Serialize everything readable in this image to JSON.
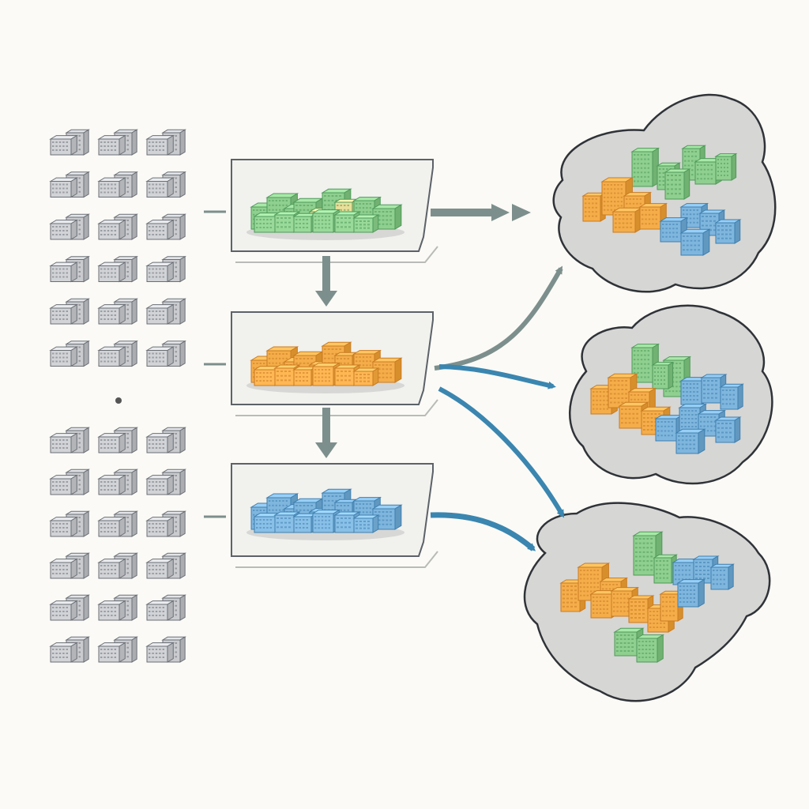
{
  "palette": {
    "background": "#fbfaf6",
    "gray_building": "#c9cbcf",
    "gray_stroke": "#6b6f75",
    "green": "#8fcf8f",
    "green_stroke": "#4f9a5a",
    "yellow": "#e9df9a",
    "orange": "#f5ad4a",
    "orange_stroke": "#c97b22",
    "blue": "#7fb6de",
    "blue_stroke": "#3f7fae",
    "panel_fill": "#f1f1ee",
    "panel_stroke": "#5c6268",
    "cloud_fill": "#d6d6d4",
    "cloud_stroke": "#2f3338",
    "arrow_gray": "#7d8f8c",
    "arrow_blue": "#3a86b0"
  },
  "diagram": {
    "source_buildings": {
      "upper_group": {
        "rows": 6,
        "cols": 3
      },
      "lower_group": {
        "rows": 6,
        "cols": 3
      },
      "separator_icon": "dot-icon"
    },
    "stages": [
      {
        "id": "stage-green",
        "color": "green",
        "icon": "green-buildings-icon"
      },
      {
        "id": "stage-orange",
        "color": "orange",
        "icon": "orange-buildings-icon"
      },
      {
        "id": "stage-blue",
        "color": "blue",
        "icon": "blue-buildings-icon"
      }
    ],
    "clusters": [
      {
        "id": "cluster-top",
        "icon": "mixed-city-cluster-icon"
      },
      {
        "id": "cluster-middle",
        "icon": "mixed-city-cluster-icon"
      },
      {
        "id": "cluster-bottom",
        "icon": "mixed-city-cluster-icon"
      }
    ],
    "connectors": [
      {
        "from": "source-upper",
        "to": "stage-green",
        "icon": "arrow-right-icon"
      },
      {
        "from": "source-upper",
        "to": "stage-orange",
        "icon": "arrow-right-icon"
      },
      {
        "from": "source-lower",
        "to": "stage-blue",
        "icon": "arrow-right-icon"
      },
      {
        "from": "stage-green",
        "to": "stage-orange",
        "icon": "arrow-down-icon"
      },
      {
        "from": "stage-orange",
        "to": "stage-blue",
        "icon": "arrow-down-icon"
      },
      {
        "from": "stage-green",
        "to": "cluster-top",
        "icon": "arrow-right-icon"
      },
      {
        "from": "stage-orange",
        "to": "cluster-top",
        "icon": "curved-arrow-icon"
      },
      {
        "from": "stage-orange",
        "to": "cluster-middle",
        "icon": "curved-arrow-icon"
      },
      {
        "from": "stage-orange",
        "to": "cluster-bottom",
        "icon": "curved-arrow-icon"
      },
      {
        "from": "stage-blue",
        "to": "cluster-bottom",
        "icon": "curved-arrow-icon"
      }
    ]
  }
}
